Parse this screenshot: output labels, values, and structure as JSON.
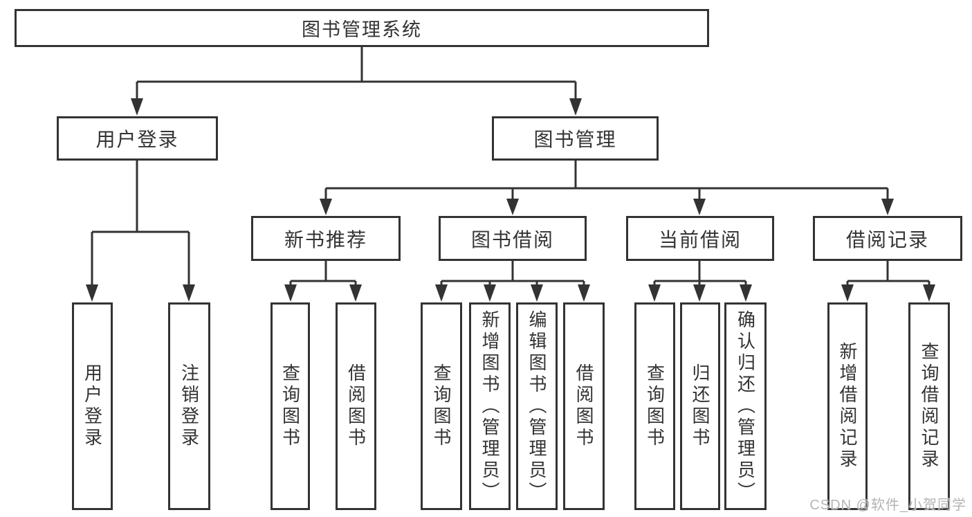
{
  "diagram_title": "图书管理系统",
  "nodes": {
    "root": "图书管理系统",
    "user_login": "用户登录",
    "book_mgmt": "图书管理",
    "ul_login": "用户登录",
    "ul_logout": "注销登录",
    "nb": "新书推荐",
    "nb_query": "查询图书",
    "nb_borrow": "借阅图书",
    "bb": "图书借阅",
    "bb_query": "查询图书",
    "bb_add": "新增图书（管理员）",
    "bb_edit": "编辑图书（管理员）",
    "bb_borrow": "借阅图书",
    "cb": "当前借阅",
    "cb_query": "查询图书",
    "cb_return": "归还图书",
    "cb_confirm": "确认归还（管理员）",
    "br": "借阅记录",
    "br_add": "新增借阅记录",
    "br_query": "查询借阅记录"
  },
  "structure": {
    "root": [
      "user_login",
      "book_mgmt"
    ],
    "user_login": [
      "ul_login",
      "ul_logout"
    ],
    "book_mgmt": [
      "nb",
      "bb",
      "cb",
      "br"
    ],
    "nb": [
      "nb_query",
      "nb_borrow"
    ],
    "bb": [
      "bb_query",
      "bb_add",
      "bb_edit",
      "bb_borrow"
    ],
    "cb": [
      "cb_query",
      "cb_return",
      "cb_confirm"
    ],
    "br": [
      "br_add",
      "br_query"
    ]
  },
  "colors": {
    "line": "#333333",
    "text": "#333333",
    "watermark": "#b4b4b4",
    "background": "#ffffff"
  },
  "watermark": "CSDN @软件_小贺同学"
}
